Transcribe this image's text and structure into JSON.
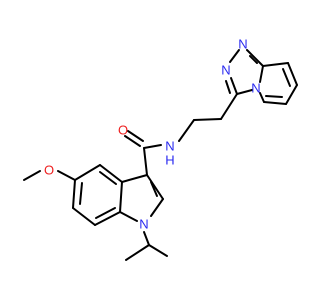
{
  "molecule": {
    "colors": {
      "bond": "#000000",
      "nitrogen": "#2a2af0",
      "oxygen": "#ee1f1f",
      "background": "#ffffff"
    },
    "atoms": {
      "O_carbonyl": {
        "symbol": "O",
        "element": "oxygen"
      },
      "N_amide": {
        "symbol": "N",
        "hydrogen": "H",
        "element": "nitrogen"
      },
      "O_methoxy": {
        "symbol": "O",
        "element": "oxygen"
      },
      "N_indole": {
        "symbol": "N",
        "element": "nitrogen"
      },
      "N_triazole_1": {
        "symbol": "N",
        "element": "nitrogen"
      },
      "N_triazole_2": {
        "symbol": "N",
        "element": "nitrogen"
      },
      "N_bridgehead": {
        "symbol": "N",
        "element": "nitrogen"
      }
    }
  }
}
